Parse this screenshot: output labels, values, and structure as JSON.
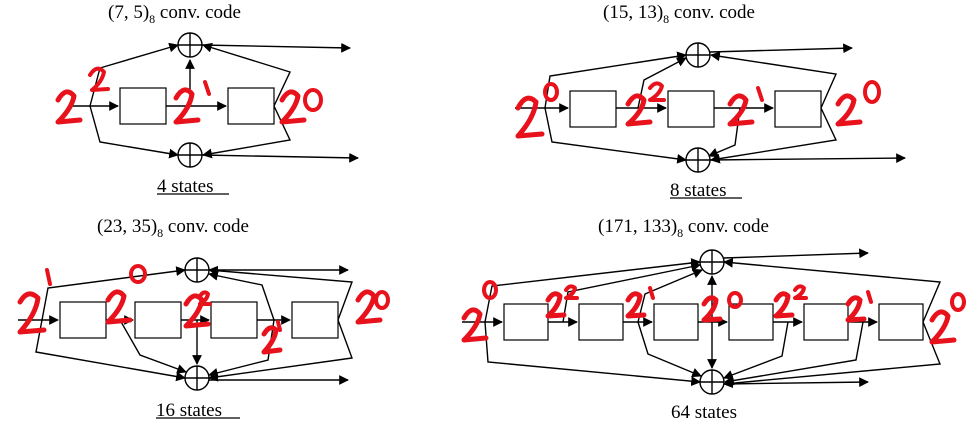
{
  "panels": [
    {
      "code": "(7, 5)",
      "sub": "8",
      "suffix": " conv. code",
      "states": "4 states"
    },
    {
      "code": "(15, 13)",
      "sub": "8",
      "suffix": " conv. code",
      "states": "8 states"
    },
    {
      "code": "(23, 35)",
      "sub": "8",
      "suffix": " conv. code",
      "states": "16 states"
    },
    {
      "code": "(171, 133)",
      "sub": "8",
      "suffix": " conv. code",
      "states": "64 states"
    }
  ],
  "colors": {
    "ink": "#000000",
    "annotation": "#e8121c"
  }
}
